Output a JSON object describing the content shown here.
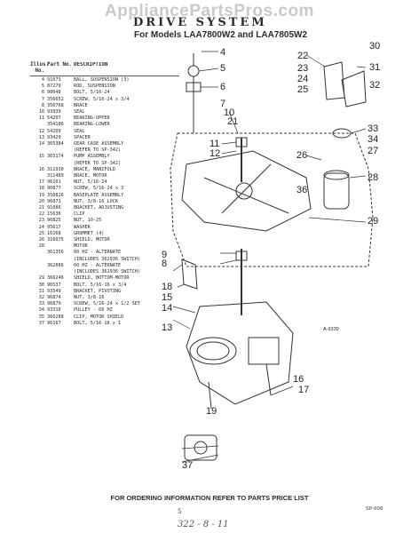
{
  "watermark": "AppliancePartsPros.com",
  "title": "DRIVE SYSTEM",
  "subtitle": "For Models LAA7800W2 and LAA7805W2",
  "table": {
    "headers": [
      "Illus. No.",
      "Part No.",
      "DESCRIPTION"
    ],
    "rows": [
      [
        "4",
        "91073",
        "BALL, SUSPENSION (3)"
      ],
      [
        "5",
        "87279",
        "ROD, SUSPENSION"
      ],
      [
        "6",
        "98048",
        "BOLT, 5/16-24"
      ],
      [
        "7",
        "356652",
        "SCREW, 5/16-24 x 3/4"
      ],
      [
        "8",
        "356768",
        "BRACE"
      ],
      [
        "10",
        "93939",
        "SEAL"
      ],
      [
        "11",
        "54207",
        "BEARING-UPPER"
      ],
      [
        "",
        "354186",
        "BEARING-LOWER"
      ],
      [
        "12",
        "54209",
        "SEAL"
      ],
      [
        "13",
        "93429",
        "SPACER"
      ],
      [
        "14",
        "365384",
        "GEAR CASE ASSEMBLY"
      ],
      [
        "",
        "",
        "(REFER TO SP-342)"
      ],
      [
        "15",
        "365174",
        "PUMP ASSEMBLY"
      ],
      [
        "",
        "",
        "(REFER TO SP-342)"
      ],
      [
        "16",
        "311930",
        "BRACE, MANIFOLD"
      ],
      [
        "",
        "311489",
        "BRACE, MOTOR"
      ],
      [
        "17",
        "96101",
        "NUT, 5/16-24"
      ],
      [
        "18",
        "90877",
        "SCREW, 5/16-24 x 3"
      ],
      [
        "19",
        "350826",
        "BASEPLATE ASSEMBLY"
      ],
      [
        "20",
        "96871",
        "NUT, 3/8-16 LOCK"
      ],
      [
        "21",
        "91086",
        "BRACKET, ADJUSTING"
      ],
      [
        "22",
        "15636",
        "CLIP"
      ],
      [
        "23",
        "96825",
        "NUT, 10-25"
      ],
      [
        "24",
        "95617",
        "WASHER"
      ],
      [
        "25",
        "16168",
        "GROMMET (4)"
      ],
      [
        "26",
        "316075",
        "SHIELD, MOTOR"
      ],
      [
        "28",
        "",
        "MOTOR"
      ],
      [
        "",
        "361356",
        "60 HZ - ALTERNATE"
      ],
      [
        "",
        "",
        "(INCLUDES 362936 SWITCH)"
      ],
      [
        "",
        "362886",
        "60 HZ - ALTERNATE"
      ],
      [
        "",
        "",
        "(INCLUDES 362936 SWITCH)"
      ],
      [
        "29",
        "366246",
        "SHIELD, BOTTOM-MOTOR"
      ],
      [
        "30",
        "96537",
        "BOLT, 5/16-16 x 3/4"
      ],
      [
        "31",
        "93549",
        "BRACKET, PIVOTING"
      ],
      [
        "32",
        "96874",
        "NUT, 3/8-16"
      ],
      [
        "33",
        "96879",
        "SCREW, 5/16-24 x 1/2 SET"
      ],
      [
        "34",
        "93310",
        "PULLEY - 60 HZ"
      ],
      [
        "35",
        "366288",
        "CLIP, MOTOR SHIELD"
      ],
      [
        "37",
        "96167",
        "BOLT, 5/16-18 x 1"
      ]
    ]
  },
  "callouts": [
    "4",
    "5",
    "6",
    "7",
    "8",
    "9",
    "10",
    "11",
    "12",
    "13",
    "14",
    "15",
    "16",
    "17",
    "18",
    "19",
    "21",
    "22",
    "23",
    "24",
    "25",
    "26",
    "27",
    "28",
    "29",
    "30",
    "31",
    "32",
    "33",
    "34",
    "36",
    "37"
  ],
  "ref_label": "A-9339",
  "footer": "FOR ORDERING INFORMATION REFER TO PARTS PRICE LIST",
  "page_number": "5",
  "code": "SP-908",
  "handwriting": "322 - 8 - 11"
}
